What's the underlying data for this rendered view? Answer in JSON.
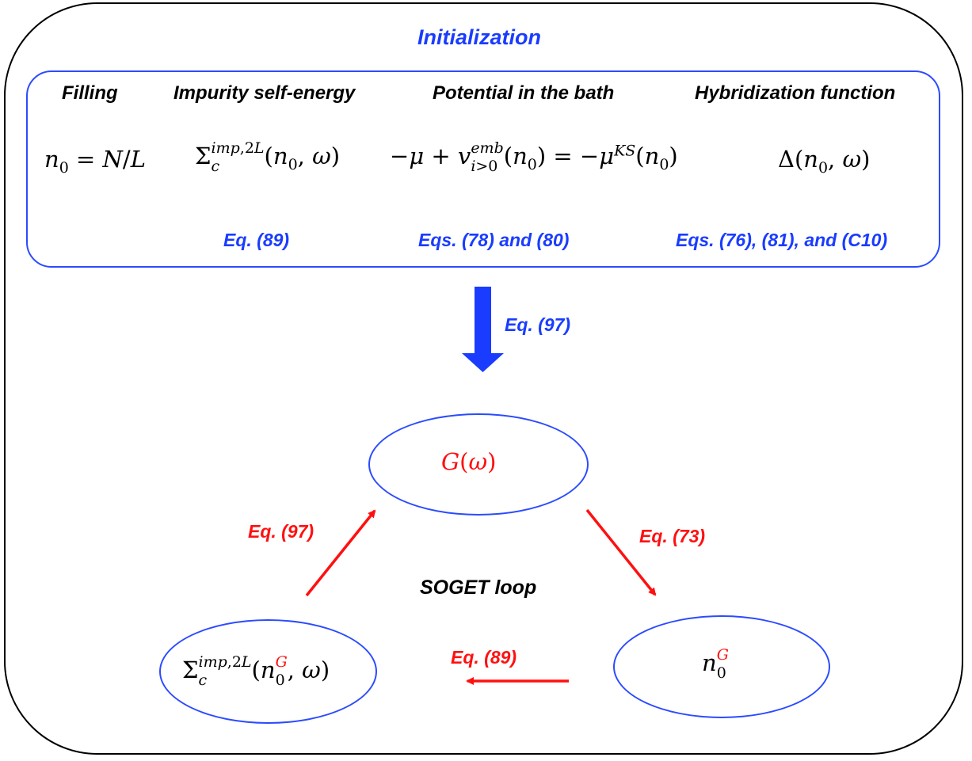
{
  "initialization": {
    "title": "Initialization",
    "columns": [
      {
        "header": "Filling",
        "expression": "n0 = N/L",
        "reference": ""
      },
      {
        "header": "Impurity self-energy",
        "expression": "Σc^{imp,2L}(n0, ω)",
        "reference": "Eq. (89)"
      },
      {
        "header": "Potential in the bath",
        "expression": "−μ + v_{i>0}^{emb}(n0) = −μ^{KS}(n0)",
        "reference": "Eqs. (78) and (80)"
      },
      {
        "header": "Hybridization function",
        "expression": "Δ(n0, ω)",
        "reference": "Eqs. (76), (81), and (C10)"
      }
    ]
  },
  "transition": {
    "label": "Eq. (97)"
  },
  "loop": {
    "label": "SOGET loop",
    "nodes": {
      "top": "G(ω)",
      "right": "n0^G",
      "left": "Σc^{imp,2L}(n0^G, ω)"
    },
    "edges": {
      "top_to_right": "Eq. (73)",
      "right_to_left": "Eq. (89)",
      "left_to_top": "Eq. (97)"
    }
  },
  "colors": {
    "blue": "#1a3cff",
    "red": "#ff1010",
    "outline": "#2b4bff"
  }
}
